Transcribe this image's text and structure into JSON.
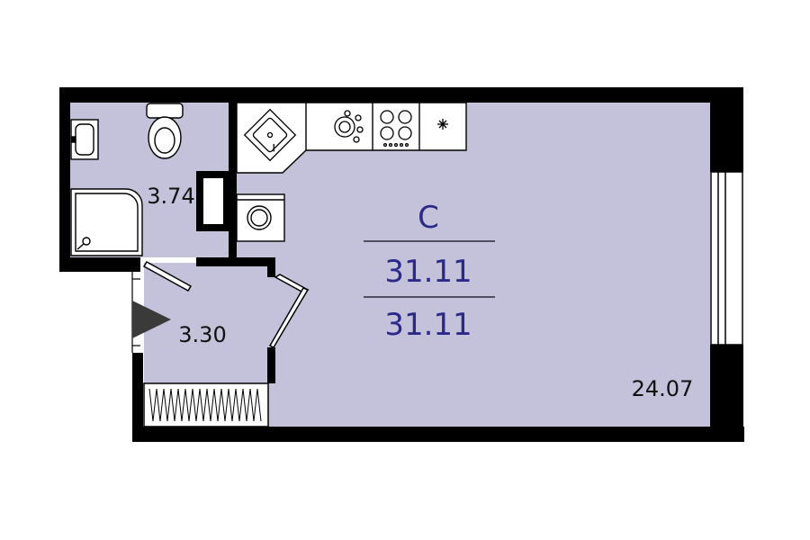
{
  "plan": {
    "type_label": "С",
    "total_area": "31.11",
    "living_area": "31.11",
    "rooms": {
      "bathroom_area": "3.74",
      "hallway_area": "3.30",
      "main_room_area": "24.07"
    }
  },
  "colors": {
    "room_fill": "#c3c2da",
    "wall": "#000000",
    "accent_text": "#2b2a8a",
    "text": "#111111",
    "background": "#ffffff"
  },
  "icons": {
    "toilet": "toilet-icon",
    "washbasin": "washbasin-icon",
    "shower": "shower-icon",
    "kitchen_sink": "kitchen-sink-icon",
    "dishwasher": "dishwasher-icon",
    "stove": "stove-icon",
    "fridge": "fridge-icon",
    "washing_machine": "washing-machine-icon",
    "wardrobe": "wardrobe-icon",
    "entrance": "entrance-arrow-icon"
  }
}
